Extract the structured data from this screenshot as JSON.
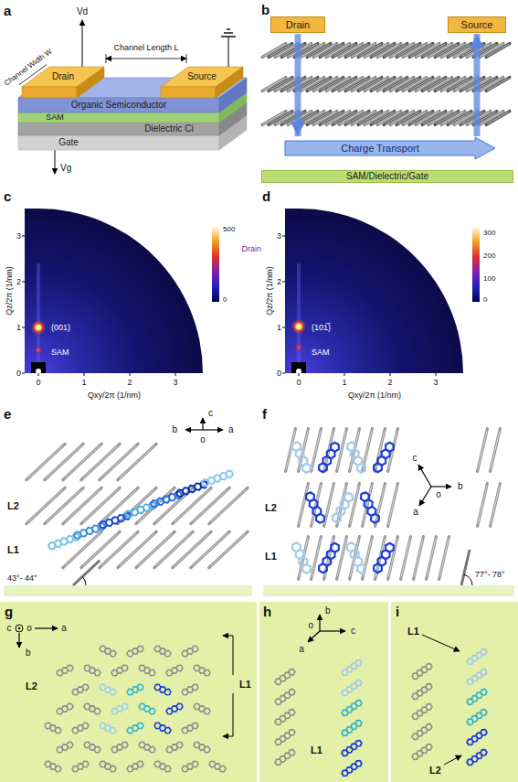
{
  "diagram": {
    "nodes": [
      {
        "text": [
          "Drain"
        ]
      },
      {
        "text": [
          "Source"
        ]
      },
      {
        "text": [
          "Organic Semiconductor"
        ]
      },
      {
        "text": [
          "Dielectric Ci"
        ]
      },
      {
        "text": [
          "SAM"
        ]
      },
      {
        "text": [
          "Gate"
        ]
      },
      {
        "text": [
          "Drain"
        ]
      },
      {
        "text": [
          "Source"
        ]
      },
      {
        "text": [
          "Charge Transport"
        ]
      },
      {
        "text": [
          "SAM/Dielectric/Gate"
        ]
      }
    ],
    "edges": [
      {
        "from": 6,
        "to": 8,
        "arrow": "to"
      },
      {
        "from": 8,
        "to": 7,
        "arrow": "to"
      }
    ],
    "labels": [
      "a",
      "Vd",
      "Channel Width W",
      "Channel Length L",
      "Vg",
      "b",
      "c",
      "Qz/2π (1/nm)",
      "3",
      "2",
      "1",
      "0",
      "0",
      "1",
      "2",
      "3",
      "Qxy/2π (1/nm)",
      "(001)",
      "SAM",
      "500",
      "0",
      "d",
      "Qz/2π (1/nm)",
      "3",
      "2",
      "1",
      "0",
      "0",
      "1",
      "2",
      "3",
      "Qxy/2π (1/nm)",
      "(101̅)",
      "SAM",
      "300",
      "200",
      "100",
      "0",
      "Drain",
      "e",
      "c",
      "b",
      "o",
      "a",
      "L2",
      "L1",
      "43°- 44°",
      "f",
      "L2",
      "L1",
      "c",
      "o",
      "a",
      "b",
      "77°- 78°",
      "g",
      "c",
      "o",
      "a",
      "b",
      "L2",
      "L1",
      "h",
      "b",
      "o",
      "c",
      "a",
      "L1",
      "i",
      "L1",
      "L2"
    ]
  }
}
